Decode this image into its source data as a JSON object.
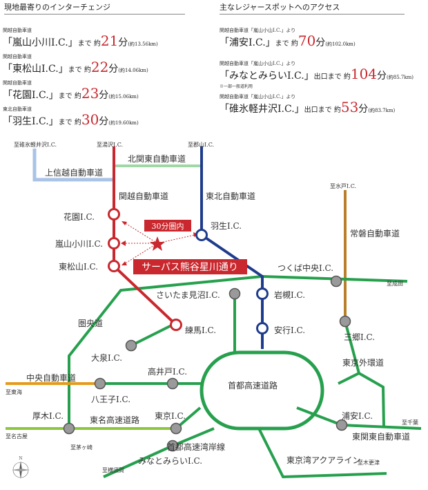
{
  "colors": {
    "kan_etsu": "#c8282e",
    "tohoku": "#1f3c8c",
    "ring": "#27a04e",
    "joban": "#b8802d",
    "kita_kanto": "#9fd8a6",
    "joshinetsu": "#a9c3e6",
    "orange": "#e59a1b",
    "green_light": "#8cc63f",
    "ic_fill": "#9a9a9a"
  },
  "left_section": {
    "title": "現地最寄りのインターチェンジ",
    "entries": [
      {
        "road": "関越自動車道",
        "name": "「嵐山小川I.C.」",
        "pre": "まで 約",
        "min": "21",
        "unit": "分",
        "km": "(約13.56km)"
      },
      {
        "road": "関越自動車道",
        "name": "「東松山I.C.」",
        "pre": "まで 約",
        "min": "22",
        "unit": "分",
        "km": "(約14.06km)"
      },
      {
        "road": "関越自動車道",
        "name": "「花園I.C.」",
        "pre": "まで 約",
        "min": "23",
        "unit": "分",
        "km": "(約15.06km)"
      },
      {
        "road": "東北自動車道",
        "name": "「羽生I.C.」",
        "pre": "まで 約",
        "min": "30",
        "unit": "分",
        "km": "(約19.60km)"
      }
    ]
  },
  "right_section": {
    "title": "主なレジャースポットへのアクセス",
    "entries": [
      {
        "road": "関越自動車道「嵐山小山I.C.」より",
        "name": "「浦安I.C.」",
        "pre": "まで 約",
        "min": "70",
        "unit": "分",
        "km": "(約102.0km)",
        "note": ""
      },
      {
        "road": "関越自動車道「嵐山小山I.C.」より",
        "name": "「みなとみらいI.C.」",
        "pre": "出口まで 約",
        "min": "104",
        "unit": "分",
        "km": "(約85.7km)",
        "note": "※一部一般道利用"
      },
      {
        "road": "関越自動車道「嵐山小山I.C.」より",
        "name": "「碓氷軽井沢I.C.」",
        "pre": "出口まで 約",
        "min": "53",
        "unit": "分",
        "km": "(約83.7km)",
        "note": ""
      }
    ]
  },
  "map": {
    "directions": {
      "usui": "至碓氷軽井沢I.C.",
      "yuzawa": "至湯沢I.C.",
      "koriyama": "至郡山I.C.",
      "mito": "至水戸I.C.",
      "narita": "至成田",
      "tokai": "至東海",
      "nagoya": "至名古屋",
      "chigasaki": "至茅ヶ崎",
      "yokosuka": "至横須賀",
      "kisarazu": "至木更津",
      "chiba": "至千葉"
    },
    "roads": {
      "joshinetsu": "上信越自動車道",
      "kita_kanto": "北関東自動車道",
      "kan_etsu": "関越自動車道",
      "tohoku": "東北自動車道",
      "joban": "常磐自動車道",
      "ken_o": "圏央道",
      "chuo": "中央自動車道",
      "shuto": "首都高速道路",
      "gaikan": "東京外環道",
      "tomei": "東名高速道路",
      "wangan": "首都高速湾岸線",
      "aqua": "東京湾アクアライン",
      "higashi_kanto": "東関東自動車道"
    },
    "ics": {
      "hanazono": "花園I.C.",
      "ranzan": "嵐山小川I.C.",
      "higashimatsuyama": "東松山I.C.",
      "hanyu": "羽生I.C.",
      "tsukuba": "つくば中央I.C.",
      "saitama_minuma": "さいたま見沼I.C.",
      "iwatsuki": "岩槻I.C.",
      "nerima": "練馬I.C.",
      "angyo": "安行I.C.",
      "misato": "三郷I.C.",
      "oizumi": "大泉I.C.",
      "takaido": "高井戸I.C.",
      "hachioji": "八王子I.C.",
      "atsugi": "厚木I.C.",
      "tokyo": "東京I.C.",
      "urayasu": "浦安I.C.",
      "minatomirai": "みなとみらいI.C."
    },
    "badge_30": "30分圏内",
    "site_label": "サーパス熊谷星川通り"
  }
}
